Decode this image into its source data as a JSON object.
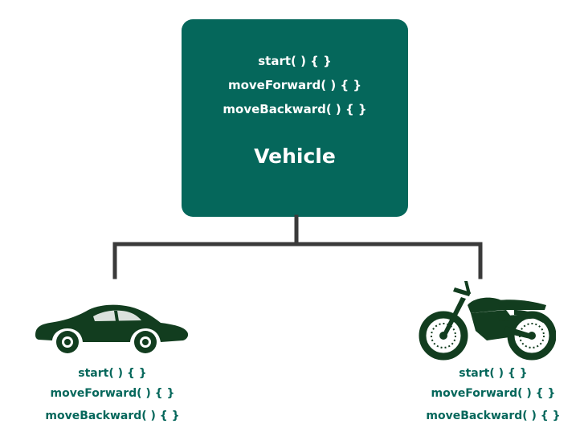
{
  "colors": {
    "box_fill": "#05675b",
    "box_text": "#ffffff",
    "method_text": "#05675b",
    "connector": "#3a3a3a",
    "icon_fill": "#123d1f"
  },
  "parent": {
    "title": "Vehicle",
    "methods": [
      "start( ) { }",
      "moveForward( ) { }",
      "moveBackward( ) { }"
    ]
  },
  "children": [
    {
      "icon": "car-icon",
      "methods": [
        "start( ) { }",
        "moveForward( ) { }",
        "moveBackward( ) { }"
      ]
    },
    {
      "icon": "motorcycle-icon",
      "methods": [
        "start( ) { }",
        "moveForward( ) { }",
        "moveBackward( ) { }"
      ]
    }
  ]
}
